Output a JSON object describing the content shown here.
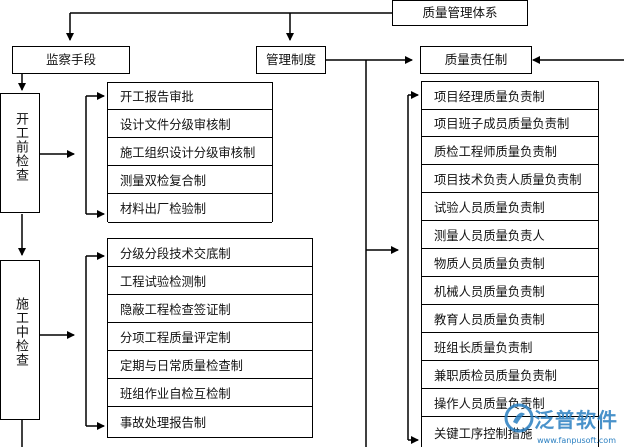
{
  "top": {
    "title": "质量管理体系"
  },
  "branches": {
    "supervision": "监察手段",
    "management": "管理制度",
    "responsibility": "质量责任制"
  },
  "stages": {
    "pre": "开工前检查",
    "during": "施工中检查"
  },
  "pre_items": [
    "开工报告审批",
    "设计文件分级审核制",
    "施工组织设计分级审核制",
    "测量双检复合制",
    "材料出厂检验制"
  ],
  "during_items": [
    "分级分段技术交底制",
    "工程试验检测制",
    "隐蔽工程检查签证制",
    "分项工程质量评定制",
    "定期与日常质量检查制",
    "班组作业自检互检制",
    "事故处理报告制"
  ],
  "responsibility_items": [
    "项目经理质量负责制",
    "项目班子成员质量负责制",
    "质检工程师质量负责制",
    "项目技术负责人质量负责制",
    "试验人员质量负责制",
    "测量人员质量负责人",
    "物质人员质量负责制",
    "机械人员质量负责制",
    "教育人员质量负责制",
    "班组长质量负责制",
    "兼职质检员质量负责制",
    "操作人员质量负责制",
    "关键工序控制措施"
  ],
  "watermark": {
    "brand": "泛普软件",
    "url": "www.fanpusoft.com",
    "color": "#2a7fc1"
  }
}
